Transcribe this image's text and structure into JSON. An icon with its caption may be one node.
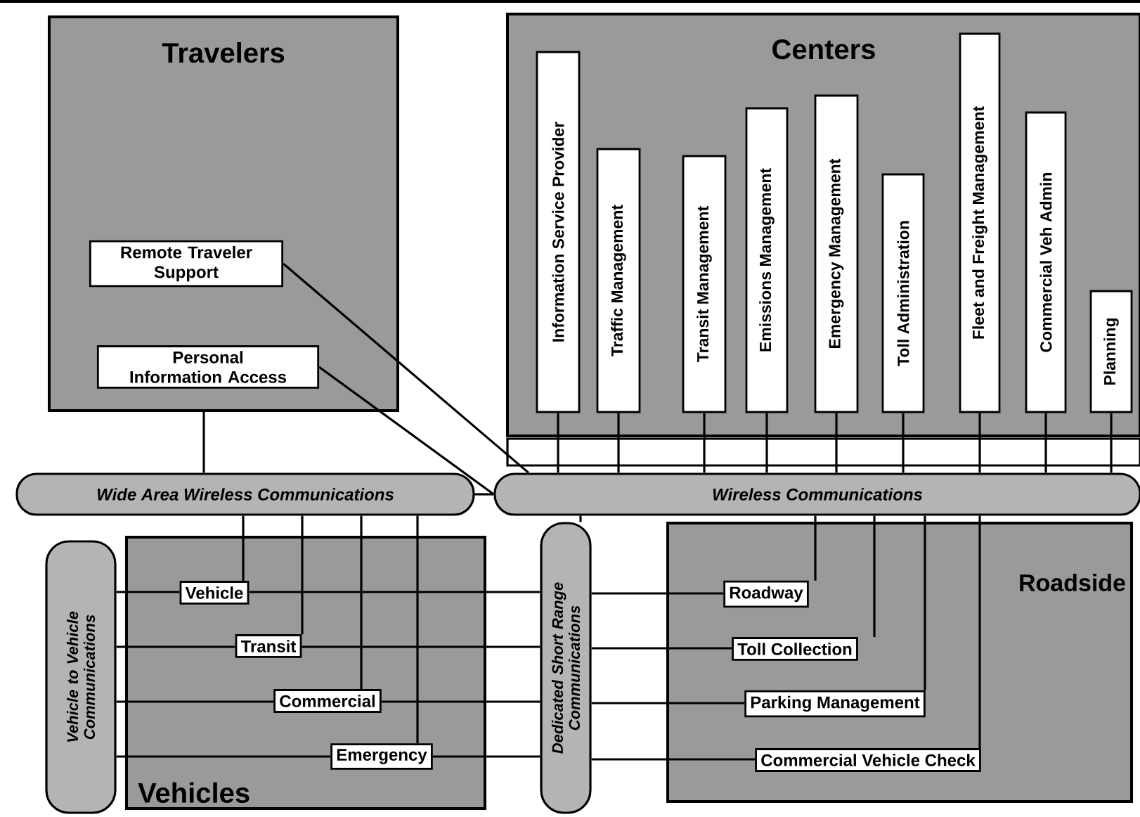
{
  "diagram": {
    "nodes": [
      {
        "text": [
          "Travelers"
        ]
      },
      {
        "text": [
          "Remote Traveler Support"
        ],
        "in": 0
      },
      {
        "text": [
          "Personal Information Access"
        ],
        "in": 0
      },
      {
        "text": [
          "Centers"
        ]
      },
      {
        "text": [
          "Information Service Provider"
        ],
        "in": 3
      },
      {
        "text": [
          "Traffic Management"
        ],
        "in": 3
      },
      {
        "text": [
          "Transit Management"
        ],
        "in": 3
      },
      {
        "text": [
          "Emissions Management"
        ],
        "in": 3
      },
      {
        "text": [
          "Emergency Management"
        ],
        "in": 3
      },
      {
        "text": [
          "Toll Administration"
        ],
        "in": 3
      },
      {
        "text": [
          "Fleet and Freight Management"
        ],
        "in": 3
      },
      {
        "text": [
          "Commercial Veh Admin"
        ],
        "in": 3
      },
      {
        "text": [
          "Planning"
        ],
        "in": 3
      },
      {
        "text": [
          "Wide Area Wireless Communications"
        ]
      },
      {
        "text": [
          "Wireless Communications"
        ]
      },
      {
        "text": [
          "Vehicle to Vehicle Communications"
        ]
      },
      {
        "text": [
          "Vehicles"
        ]
      },
      {
        "text": [
          "Vehicle"
        ],
        "in": 16
      },
      {
        "text": [
          "Transit"
        ],
        "in": 16
      },
      {
        "text": [
          "Commercial"
        ],
        "in": 16
      },
      {
        "text": [
          "Emergency"
        ],
        "in": 16
      },
      {
        "text": [
          "Dedicated Short Range Communications"
        ]
      },
      {
        "text": [
          "Roadside"
        ]
      },
      {
        "text": [
          "Roadway"
        ],
        "in": 22
      },
      {
        "text": [
          "Toll Collection"
        ],
        "in": 22
      },
      {
        "text": [
          "Parking Management"
        ],
        "in": 22
      },
      {
        "text": [
          "Commercial Vehicle Check"
        ],
        "in": 22
      }
    ],
    "edges": [
      {
        "from": 0,
        "to": 13,
        "arrow": "none"
      },
      {
        "from": 1,
        "to": 14,
        "arrow": "none"
      },
      {
        "from": 2,
        "to": 14,
        "arrow": "none"
      },
      {
        "from": 13,
        "to": 14,
        "arrow": "none"
      },
      {
        "from": 4,
        "to": 14,
        "arrow": "none"
      },
      {
        "from": 5,
        "to": 14,
        "arrow": "none"
      },
      {
        "from": 6,
        "to": 14,
        "arrow": "none"
      },
      {
        "from": 7,
        "to": 14,
        "arrow": "none"
      },
      {
        "from": 8,
        "to": 14,
        "arrow": "none"
      },
      {
        "from": 9,
        "to": 14,
        "arrow": "none"
      },
      {
        "from": 10,
        "to": 14,
        "arrow": "none"
      },
      {
        "from": 11,
        "to": 14,
        "arrow": "none"
      },
      {
        "from": 12,
        "to": 14,
        "arrow": "none"
      },
      {
        "from": 14,
        "to": 21,
        "arrow": "none"
      },
      {
        "from": 13,
        "to": 17,
        "arrow": "none"
      },
      {
        "from": 13,
        "to": 18,
        "arrow": "none"
      },
      {
        "from": 13,
        "to": 19,
        "arrow": "none"
      },
      {
        "from": 13,
        "to": 20,
        "arrow": "none"
      },
      {
        "from": 14,
        "to": 23,
        "arrow": "none"
      },
      {
        "from": 14,
        "to": 24,
        "arrow": "none"
      },
      {
        "from": 14,
        "to": 25,
        "arrow": "none"
      },
      {
        "from": 14,
        "to": 26,
        "arrow": "none"
      },
      {
        "from": 15,
        "to": 17,
        "arrow": "none"
      },
      {
        "from": 15,
        "to": 18,
        "arrow": "none"
      },
      {
        "from": 15,
        "to": 19,
        "arrow": "none"
      },
      {
        "from": 15,
        "to": 20,
        "arrow": "none"
      },
      {
        "from": 17,
        "to": 21,
        "arrow": "none"
      },
      {
        "from": 18,
        "to": 21,
        "arrow": "none"
      },
      {
        "from": 19,
        "to": 21,
        "arrow": "none"
      },
      {
        "from": 20,
        "to": 21,
        "arrow": "none"
      },
      {
        "from": 21,
        "to": 23,
        "arrow": "none"
      },
      {
        "from": 21,
        "to": 24,
        "arrow": "none"
      },
      {
        "from": 21,
        "to": 25,
        "arrow": "none"
      },
      {
        "from": 21,
        "to": 26,
        "arrow": "none"
      }
    ]
  }
}
